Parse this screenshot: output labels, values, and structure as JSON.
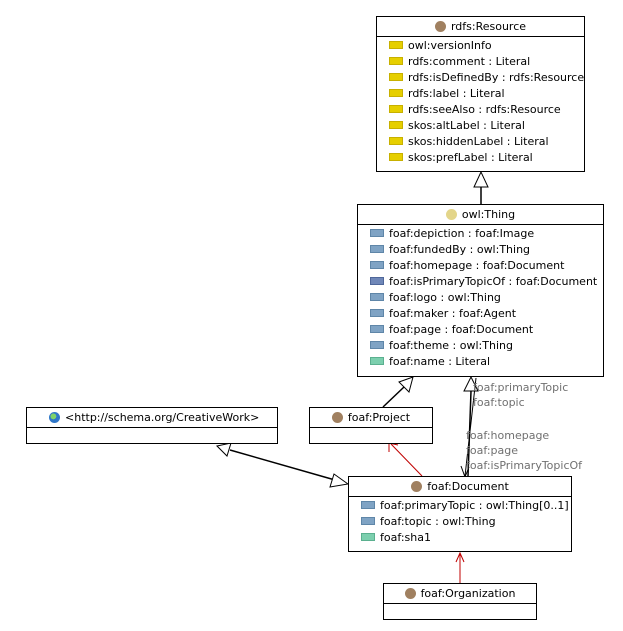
{
  "classes": {
    "rdfs_resource": {
      "name": "rdfs:Resource",
      "icon_color": "#a08060",
      "attributes": [
        {
          "text": "owl:versionInfo",
          "kind": "annotation"
        },
        {
          "text": "rdfs:comment : Literal",
          "kind": "annotation"
        },
        {
          "text": "rdfs:isDefinedBy : rdfs:Resource",
          "kind": "annotation"
        },
        {
          "text": "rdfs:label : Literal",
          "kind": "annotation"
        },
        {
          "text": "rdfs:seeAlso : rdfs:Resource",
          "kind": "annotation"
        },
        {
          "text": "skos:altLabel : Literal",
          "kind": "annotation"
        },
        {
          "text": "skos:hiddenLabel : Literal",
          "kind": "annotation"
        },
        {
          "text": "skos:prefLabel : Literal",
          "kind": "annotation"
        }
      ]
    },
    "owl_thing": {
      "name": "owl:Thing",
      "icon_color": "#e3d58a",
      "attributes": [
        {
          "text": "foaf:depiction : foaf:Image",
          "kind": "object"
        },
        {
          "text": "foaf:fundedBy : owl:Thing",
          "kind": "object"
        },
        {
          "text": "foaf:homepage : foaf:Document",
          "kind": "object"
        },
        {
          "text": "foaf:isPrimaryTopicOf : foaf:Document",
          "kind": "object2"
        },
        {
          "text": "foaf:logo : owl:Thing",
          "kind": "object"
        },
        {
          "text": "foaf:maker : foaf:Agent",
          "kind": "object"
        },
        {
          "text": "foaf:page : foaf:Document",
          "kind": "object"
        },
        {
          "text": "foaf:theme : owl:Thing",
          "kind": "object"
        },
        {
          "text": "foaf:name : Literal",
          "kind": "datatype"
        }
      ]
    },
    "creative_work": {
      "name": "<http://schema.org/CreativeWork>",
      "icon": "globe-icon",
      "attributes": []
    },
    "foaf_project": {
      "name": "foaf:Project",
      "icon_color": "#a08060",
      "attributes": []
    },
    "foaf_document": {
      "name": "foaf:Document",
      "icon_color": "#a08060",
      "attributes": [
        {
          "text": "foaf:primaryTopic : owl:Thing[0..1]",
          "kind": "object"
        },
        {
          "text": "foaf:topic : owl:Thing",
          "kind": "object"
        },
        {
          "text": "foaf:sha1",
          "kind": "datatype"
        }
      ]
    },
    "foaf_organization": {
      "name": "foaf:Organization",
      "icon_color": "#a08060",
      "attributes": []
    }
  },
  "edge_labels": {
    "thing_to_document": [
      "foaf:primaryTopic",
      "foaf:topic"
    ],
    "document_to_thing": [
      "foaf:homepage",
      "foaf:page",
      "foaf:isPrimaryTopicOf"
    ]
  },
  "colors": {
    "generalization": "#000000",
    "disjoint": "#c00000",
    "annotation_property": "#e6cf00",
    "object_property": "#7fa3c4",
    "datatype_property": "#7ccfae"
  }
}
